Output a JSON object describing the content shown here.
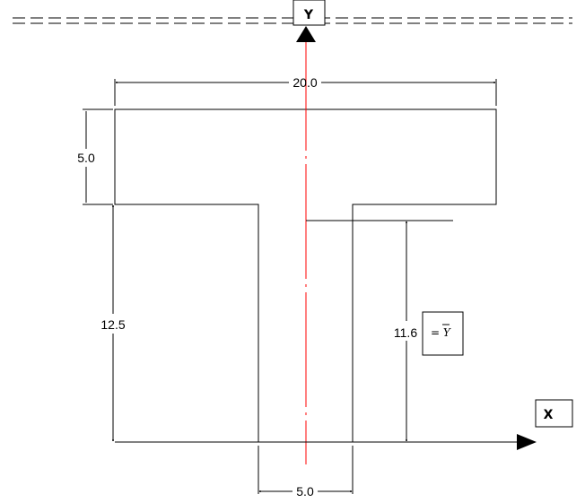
{
  "axes": {
    "y_label": "Y",
    "x_label": "X"
  },
  "dimensions": {
    "flange_width": "20.0",
    "flange_thickness": "5.0",
    "web_height": "12.5",
    "web_width": "5.0",
    "centroid_height": "11.6"
  },
  "centroid_label": {
    "prefix": "= ",
    "symbol": "Y"
  },
  "colors": {
    "outline": "#000000",
    "centerline": "#ff0000"
  }
}
